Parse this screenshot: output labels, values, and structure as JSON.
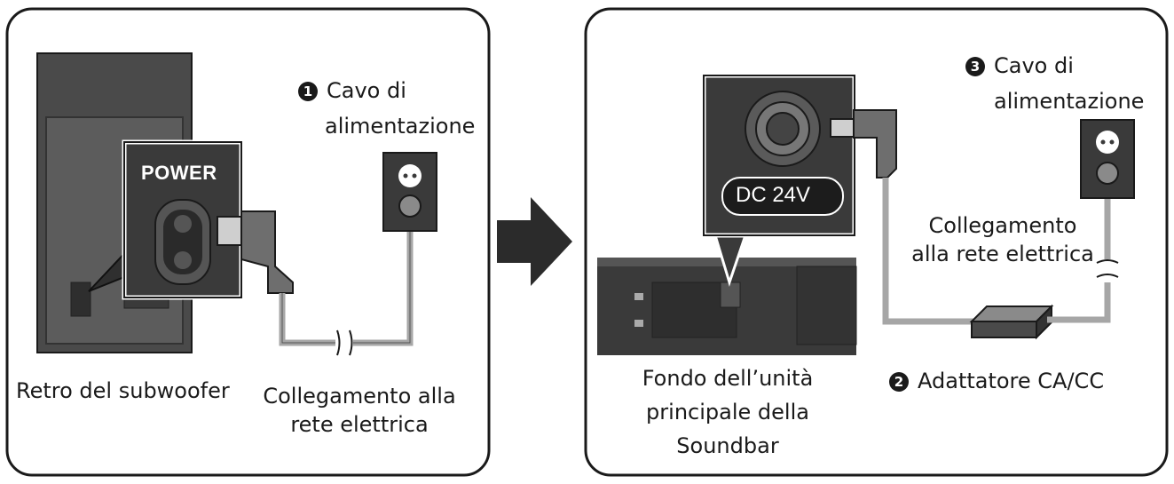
{
  "left_panel": {
    "subwoofer_label": "Retro del subwoofer",
    "power_port_label": "POWER",
    "cable": {
      "number": "1",
      "line1": "Cavo di",
      "line2": "alimentazione"
    },
    "mains_line1": "Collegamento alla",
    "mains_line2": "rete elettrica"
  },
  "right_panel": {
    "dc_label": "DC 24V",
    "cable": {
      "number": "3",
      "line1": "Cavo di",
      "line2": "alimentazione"
    },
    "mains_line1": "Collegamento",
    "mains_line2": "alla rete elettrica",
    "soundbar_line1": "Fondo dell’unità",
    "soundbar_line2": "principale della",
    "soundbar_line3": "Soundbar",
    "adapter": {
      "number": "2",
      "label": "Adattatore CA/CC"
    }
  },
  "colors": {
    "device_dark": "#3f3f3f",
    "device_mid": "#6b6b6b",
    "cable_gray": "#a6a6a6",
    "outline": "#1a1a1a"
  },
  "icons": [
    "arrow-right-icon",
    "wall-outlet-icon",
    "power-plug-icon",
    "dc-plug-icon",
    "break-mark-icon"
  ]
}
